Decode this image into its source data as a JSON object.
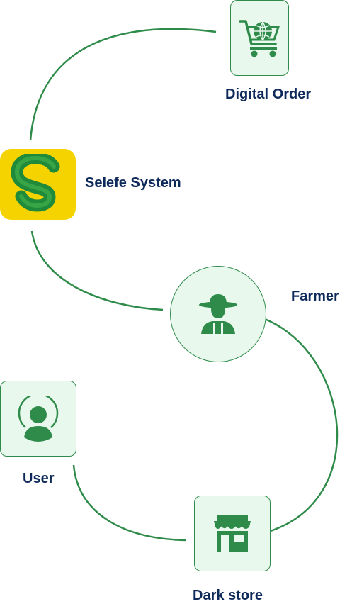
{
  "nodes": {
    "digital_order": {
      "label": "Digital Order",
      "icon": "globe-cart-icon"
    },
    "selefe_system": {
      "label": "Selefe System",
      "icon": "selefe-s-logo"
    },
    "farmer": {
      "label": "Farmer",
      "icon": "farmer-icon"
    },
    "user": {
      "label": "User",
      "icon": "user-icon"
    },
    "dark_store": {
      "label": "Dark store",
      "icon": "storefront-icon"
    }
  },
  "colors": {
    "line": "#2e8b4a",
    "node_fill": "#e8f8ec",
    "icon": "#2e8b4a",
    "logo_bg": "#f5d300",
    "logo_letter": "#1f8a3a",
    "label": "#0e2a5a"
  }
}
